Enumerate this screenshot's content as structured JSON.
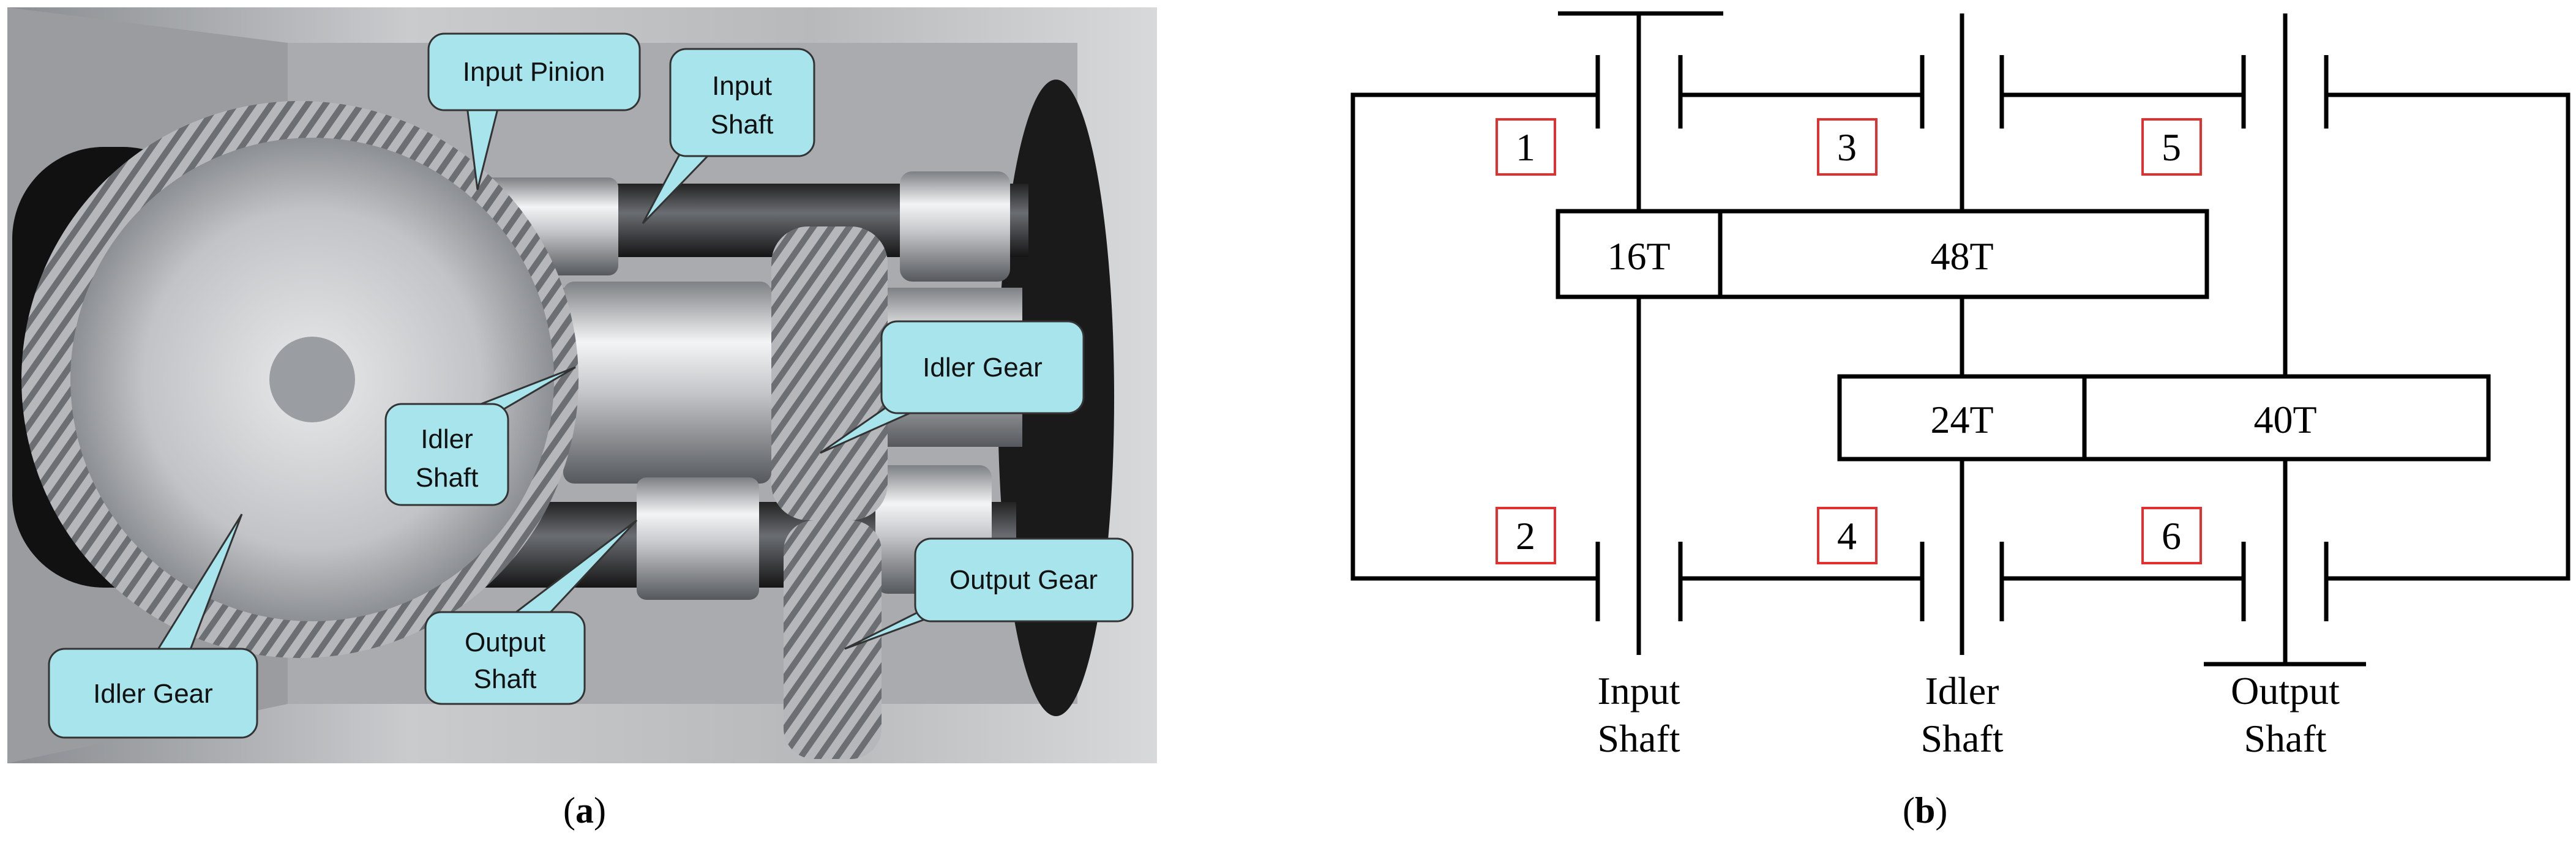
{
  "panel_a": {
    "caption_open": "(",
    "caption_letter": "a",
    "caption_close": ")",
    "callouts": [
      {
        "id": "input-pinion",
        "lines": [
          "Input Pinion"
        ]
      },
      {
        "id": "input-shaft",
        "lines": [
          "Input",
          "Shaft"
        ]
      },
      {
        "id": "idler-gear-right",
        "lines": [
          "Idler Gear"
        ]
      },
      {
        "id": "idler-shaft",
        "lines": [
          "Idler",
          "Shaft"
        ]
      },
      {
        "id": "output-gear",
        "lines": [
          "Output Gear"
        ]
      },
      {
        "id": "output-shaft",
        "lines": [
          "Output",
          "Shaft"
        ]
      },
      {
        "id": "idler-gear-left",
        "lines": [
          "Idler Gear"
        ]
      }
    ]
  },
  "panel_b": {
    "caption_open": "(",
    "caption_letter": "b",
    "caption_close": ")",
    "bearing_labels": [
      "1",
      "2",
      "3",
      "4",
      "5",
      "6"
    ],
    "gears": {
      "g16": "16T",
      "g48": "48T",
      "g24": "24T",
      "g40": "40T"
    },
    "shaft_labels": {
      "input": [
        "Input",
        "Shaft"
      ],
      "idler": [
        "Idler",
        "Shaft"
      ],
      "output": [
        "Output",
        "Shaft"
      ]
    },
    "colors": {
      "bearing_box": "#e03030",
      "line": "#000000"
    }
  }
}
